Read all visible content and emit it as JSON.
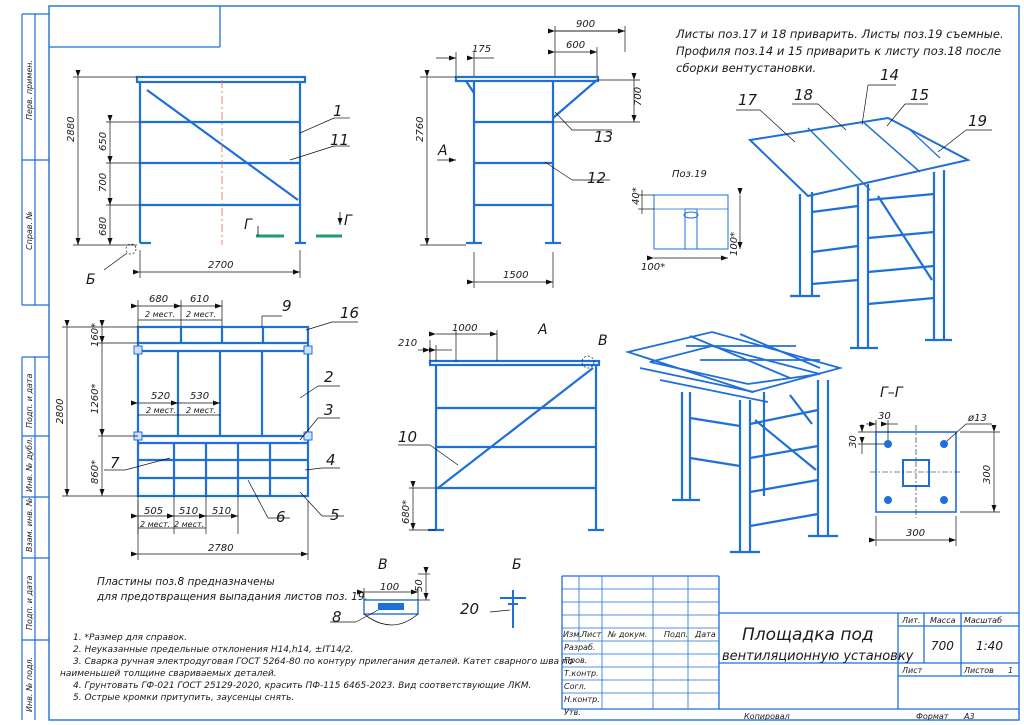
{
  "doc": {
    "title_line1": "Площадка под",
    "title_line2": "вентиляционную установку",
    "mass": "700",
    "scale": "1:40",
    "lit_label": "Лит.",
    "mass_label": "Масса",
    "scale_label": "Масштаб",
    "sheet_label": "Лист",
    "sheets_label": "Листов",
    "sheets_value": "1",
    "copied": "Копировал",
    "format_label": "Формат",
    "format_value": "A3",
    "stamp_headers": [
      "Изм.",
      "Лист",
      "№ докум.",
      "Подп.",
      "Дата"
    ],
    "stamp_roles": [
      "Разраб.",
      "Пров.",
      "Т.контр.",
      "Согл.",
      "Н.контр.",
      "Утв."
    ]
  },
  "margin_labels": [
    "Перв. примен.",
    "Справ. №",
    "Подп. и дата",
    "Инв. № дубл.",
    "Взам. инв. №",
    "Подп. и дата",
    "Инв. № подл."
  ],
  "notes": {
    "top_right": [
      "Листы поз.17 и 18 приварить. Листы поз.19 съемные.",
      "Профиля поз.14 и 15 приварить к листу поз.18 после",
      "сборки вентустановки."
    ],
    "plates": [
      "Пластины поз.8 предназначены",
      "для предотвращения выпадания листов поз. 19."
    ],
    "general": [
      "1.  *Размер для справок.",
      "2.  Неуказанные предельные отклонения H14,h14, ±IT14/2.",
      "3.  Сварка ручная электродуговая ГОСТ 5264-80 по контуру прилегания деталей. Катет сварного шва по",
      "наименьшей толщине свариваемых деталей.",
      "4.  Грунтовать ГФ-021 ГОСТ 25129-2020, красить ПФ-115 6465-2023. Вид соответствующие ЛКМ.",
      "5.  Острые кромки притупить, заусенцы снять."
    ]
  },
  "views": {
    "front": {
      "dims": {
        "height": "2880",
        "h1": "650",
        "h2": "700",
        "h3": "680",
        "width": "2700"
      },
      "pos": {
        "p1": "1",
        "p11": "11"
      },
      "section_mark": "Г",
      "node_mark": "Б"
    },
    "side": {
      "dims": {
        "height": "2760",
        "top1": "900",
        "top2": "600",
        "left": "175",
        "rise": "700",
        "base": "1500"
      },
      "pos": {
        "p13": "13",
        "p12": "12"
      },
      "view_mark": "А"
    },
    "plan": {
      "dims": {
        "top_a": "680",
        "top_a_note": "2 мест.",
        "top_b": "610",
        "top_b_note": "2 мест.",
        "mid_a": "520",
        "mid_a_note": "2 мест.",
        "mid_b": "530",
        "mid_b_note": "2 мест.",
        "bot_a": "505",
        "bot_a_note": "2 мест.",
        "bot_b": "510",
        "bot_b_note": "2 мест.",
        "bot_c": "510",
        "left_total": "2800",
        "left_top": "160*",
        "left_mid": "1260*",
        "left_bot": "860*",
        "width": "2780"
      },
      "pos": {
        "p9": "9",
        "p16": "16",
        "p2": "2",
        "p3": "3",
        "p7": "7",
        "p4": "4",
        "p6": "6",
        "p5": "5"
      }
    },
    "view_a": {
      "title": "А",
      "node_mark": "В",
      "dims": {
        "left": "210",
        "top": "1000",
        "bottom": "680*"
      },
      "pos": {
        "p10": "10"
      }
    },
    "pos19": {
      "title": "Поз.19",
      "dims": {
        "h1": "40*",
        "w": "100*",
        "h2": "100*"
      }
    },
    "iso_top": {
      "pos": {
        "p17": "17",
        "p18": "18",
        "p14": "14",
        "p15": "15",
        "p19": "19"
      }
    },
    "section_g": {
      "title": "Г–Г",
      "dims": {
        "hole": "ø13",
        "off1": "30",
        "off2": "30",
        "w": "300",
        "h": "300"
      }
    },
    "detail_v": {
      "title": "В",
      "dims": {
        "w": "100",
        "h": "50"
      },
      "pos": {
        "p8": "8"
      }
    },
    "detail_b": {
      "title": "Б",
      "pos": {
        "p20": "20"
      }
    }
  }
}
